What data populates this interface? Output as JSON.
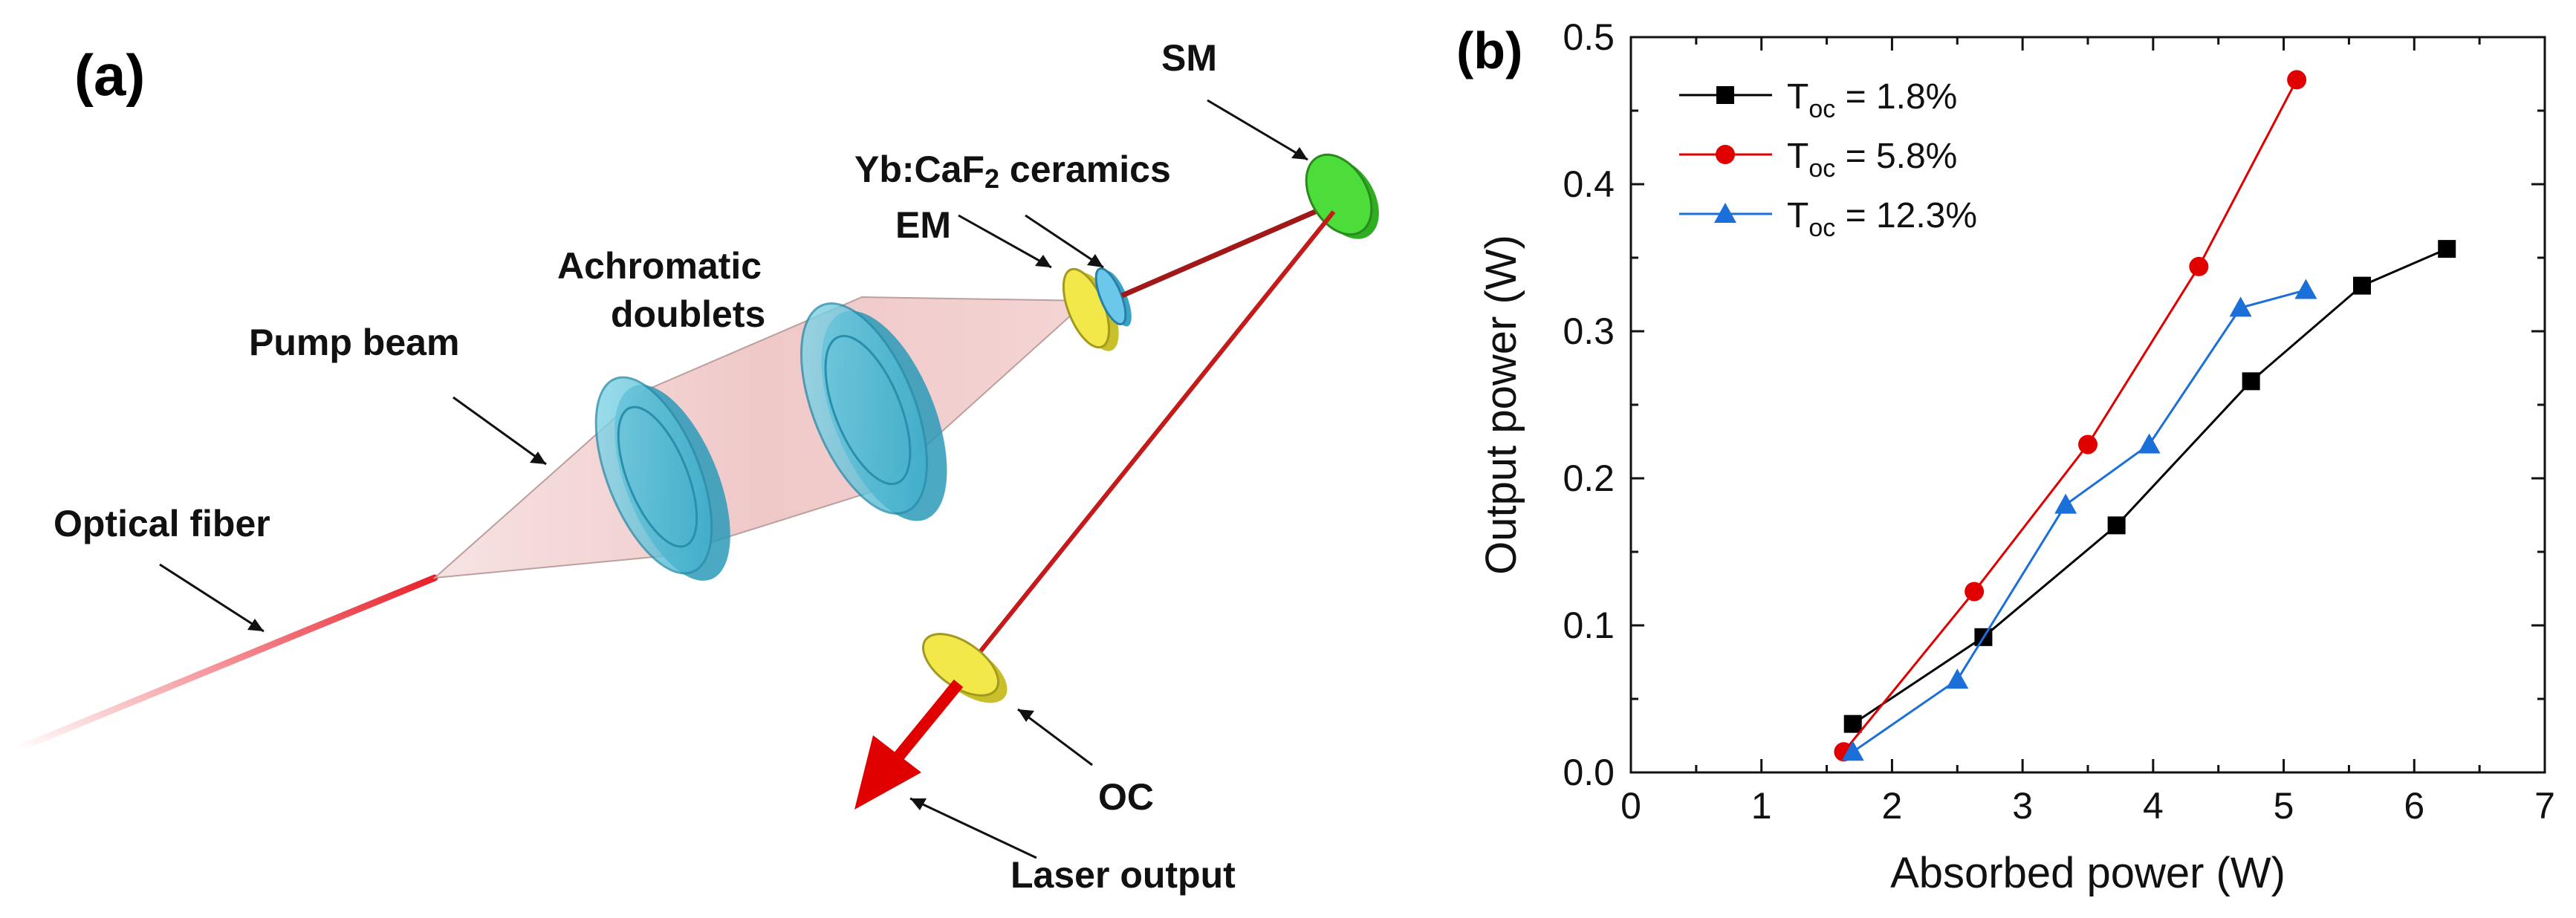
{
  "panel_a": {
    "panel_label": "(a)",
    "labels": {
      "optical_fiber": "Optical fiber",
      "pump_beam": "Pump beam",
      "achromatic_line1": "Achromatic",
      "achromatic_line2": "doublets",
      "em": "EM",
      "crystal_prefix": "Yb:CaF",
      "crystal_sub": "2",
      "crystal_suffix": " ceramics",
      "sm": "SM",
      "oc": "OC",
      "laser_output": "Laser output"
    },
    "colors": {
      "fiber": "#e8202a",
      "beam": "#f2c8c8",
      "lens": "#5ec8de",
      "mirror_em": "#f2e84a",
      "crystal": "#6cc8ea",
      "sm": "#4ddd3a",
      "cavity": "#a01818",
      "output_arrow": "#e00000"
    }
  },
  "panel_b": {
    "panel_label": "(b)"
  },
  "chart_data": {
    "type": "line",
    "title": "",
    "xlabel": "Absorbed power (W)",
    "ylabel": "Output power (W)",
    "xlim": [
      0,
      7
    ],
    "ylim": [
      0,
      0.5
    ],
    "xticks": [
      "0",
      "1",
      "2",
      "3",
      "4",
      "5",
      "6",
      "7"
    ],
    "yticks": [
      "0.0",
      "0.1",
      "0.2",
      "0.3",
      "0.4",
      "0.5"
    ],
    "legend_placement": "top-left",
    "series": [
      {
        "name_main": "T",
        "name_sub": "oc",
        "name_rest": " = 1.8%",
        "color": "#000000",
        "marker": "square",
        "x": [
          1.7,
          2.7,
          3.72,
          4.75,
          5.6,
          6.25
        ],
        "y": [
          0.033,
          0.092,
          0.168,
          0.266,
          0.331,
          0.356
        ]
      },
      {
        "name_main": "T",
        "name_sub": "oc",
        "name_rest": " = 5.8%",
        "color": "#e00000",
        "marker": "circle",
        "x": [
          1.63,
          2.63,
          3.5,
          4.35,
          5.1
        ],
        "y": [
          0.014,
          0.123,
          0.223,
          0.344,
          0.471
        ]
      },
      {
        "name_main": "T",
        "name_sub": "oc",
        "name_rest": " = 12.3%",
        "color": "#1a6fd8",
        "marker": "triangle",
        "x": [
          1.7,
          2.5,
          3.33,
          3.97,
          4.67,
          5.17
        ],
        "y": [
          0.014,
          0.063,
          0.182,
          0.223,
          0.316,
          0.328
        ]
      }
    ]
  }
}
